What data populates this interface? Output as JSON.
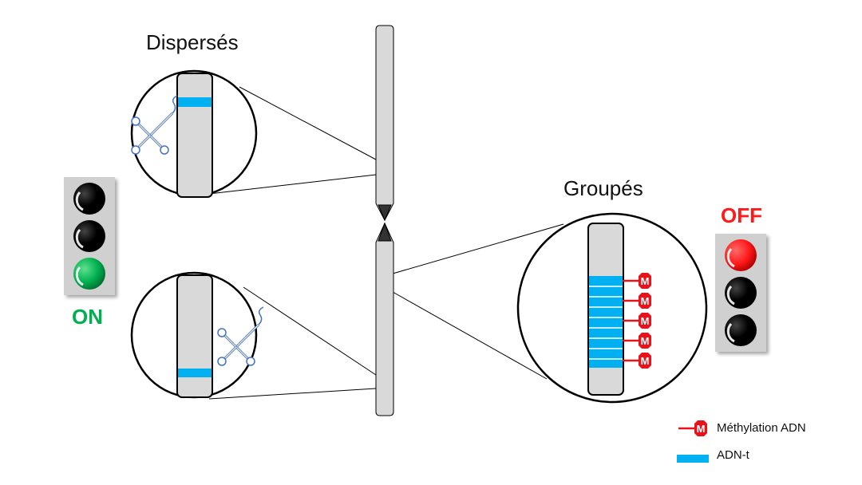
{
  "labels": {
    "dispersed": "Dispersés",
    "grouped": "Groupés",
    "on": "ON",
    "off": "OFF"
  },
  "legend": {
    "methylation": "Méthylation ADN",
    "trna": "ADN-t",
    "methyl_mark": "M"
  },
  "colors": {
    "on": "#00b050",
    "off": "#ff1a1a",
    "trna": "#00b0f0",
    "methyl": "#e8121b",
    "chromosome": "#d9d9d9",
    "signal_housing": "#d0d0d0",
    "lamp_off": "#000000",
    "trna_icon": "#4472c4"
  },
  "traffic_lights": {
    "left": {
      "state": "ON",
      "lamps": [
        "off",
        "off",
        "green"
      ]
    },
    "right": {
      "state": "OFF",
      "lamps": [
        "red",
        "off",
        "off"
      ]
    }
  },
  "grouped_methylation_marks": 5,
  "icons": [
    "trna-cloverleaf-icon",
    "methylation-m-icon"
  ]
}
